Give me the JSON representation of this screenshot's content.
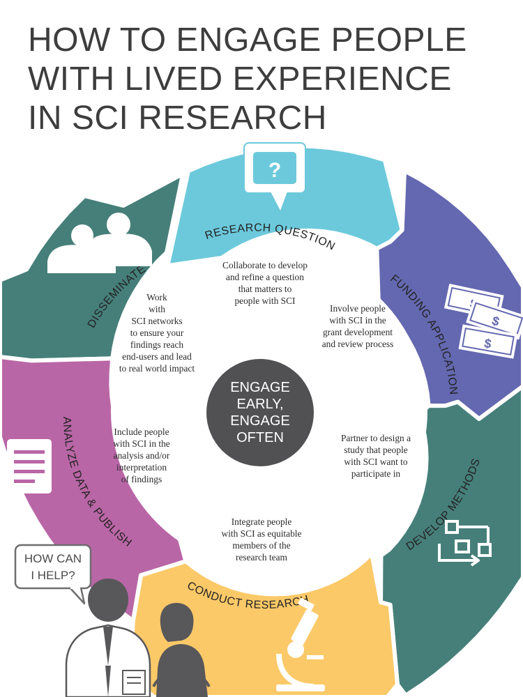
{
  "title": {
    "lines": [
      "HOW TO ENGAGE PEOPLE",
      "WITH LIVED EXPERIENCE",
      "IN SCI RESEARCH"
    ]
  },
  "center": {
    "lines": [
      "ENGAGE",
      "EARLY,",
      "ENGAGE",
      "OFTEN"
    ],
    "color": "#515153"
  },
  "segments": [
    {
      "id": "research-question",
      "label": "RESEARCH QUESTION",
      "color": "#6cc9dc",
      "icon": "question-bubble-icon",
      "description": [
        "Collaborate to develop",
        "and refine a question",
        "that matters to",
        "people with SCI"
      ]
    },
    {
      "id": "funding-application",
      "label": "FUNDING APPLICATION",
      "color": "#6468b0",
      "icon": "dollar-bills-icon",
      "description": [
        "Involve people",
        "with SCI in the",
        "grant development",
        "and review process"
      ]
    },
    {
      "id": "develop-methods",
      "label": "DEVELOP METHODS",
      "color": "#467f7a",
      "icon": "flowchart-icon",
      "description": [
        "Partner to design a",
        "study that people",
        "with SCI want to",
        "participate in"
      ]
    },
    {
      "id": "conduct-research",
      "label": "CONDUCT RESEARCH",
      "color": "#fbc968",
      "icon": "microscope-icon",
      "description": [
        "Integrate people",
        "with SCI as equitable",
        "members of the",
        "research team"
      ]
    },
    {
      "id": "analyze-data-publish",
      "label": "ANALYZE DATA & PUBLISH",
      "color": "#b966a6",
      "icon": "document-list-icon",
      "description": [
        "Include people",
        "with SCI in the",
        "analysis and/or",
        "interpretation",
        "of findings"
      ]
    },
    {
      "id": "disseminate",
      "label": "DISSEMINATE",
      "color": "#467f7a",
      "icon": "people-icon",
      "description": [
        "Work",
        "with",
        "SCI networks",
        "to ensure your",
        "findings reach",
        "end-users and lead",
        "to real world impact"
      ]
    }
  ],
  "speech_bubble": {
    "lines": [
      "HOW CAN",
      "I HELP?"
    ]
  },
  "colors": {
    "title": "#3d3d3d",
    "figures": "#58585a"
  }
}
